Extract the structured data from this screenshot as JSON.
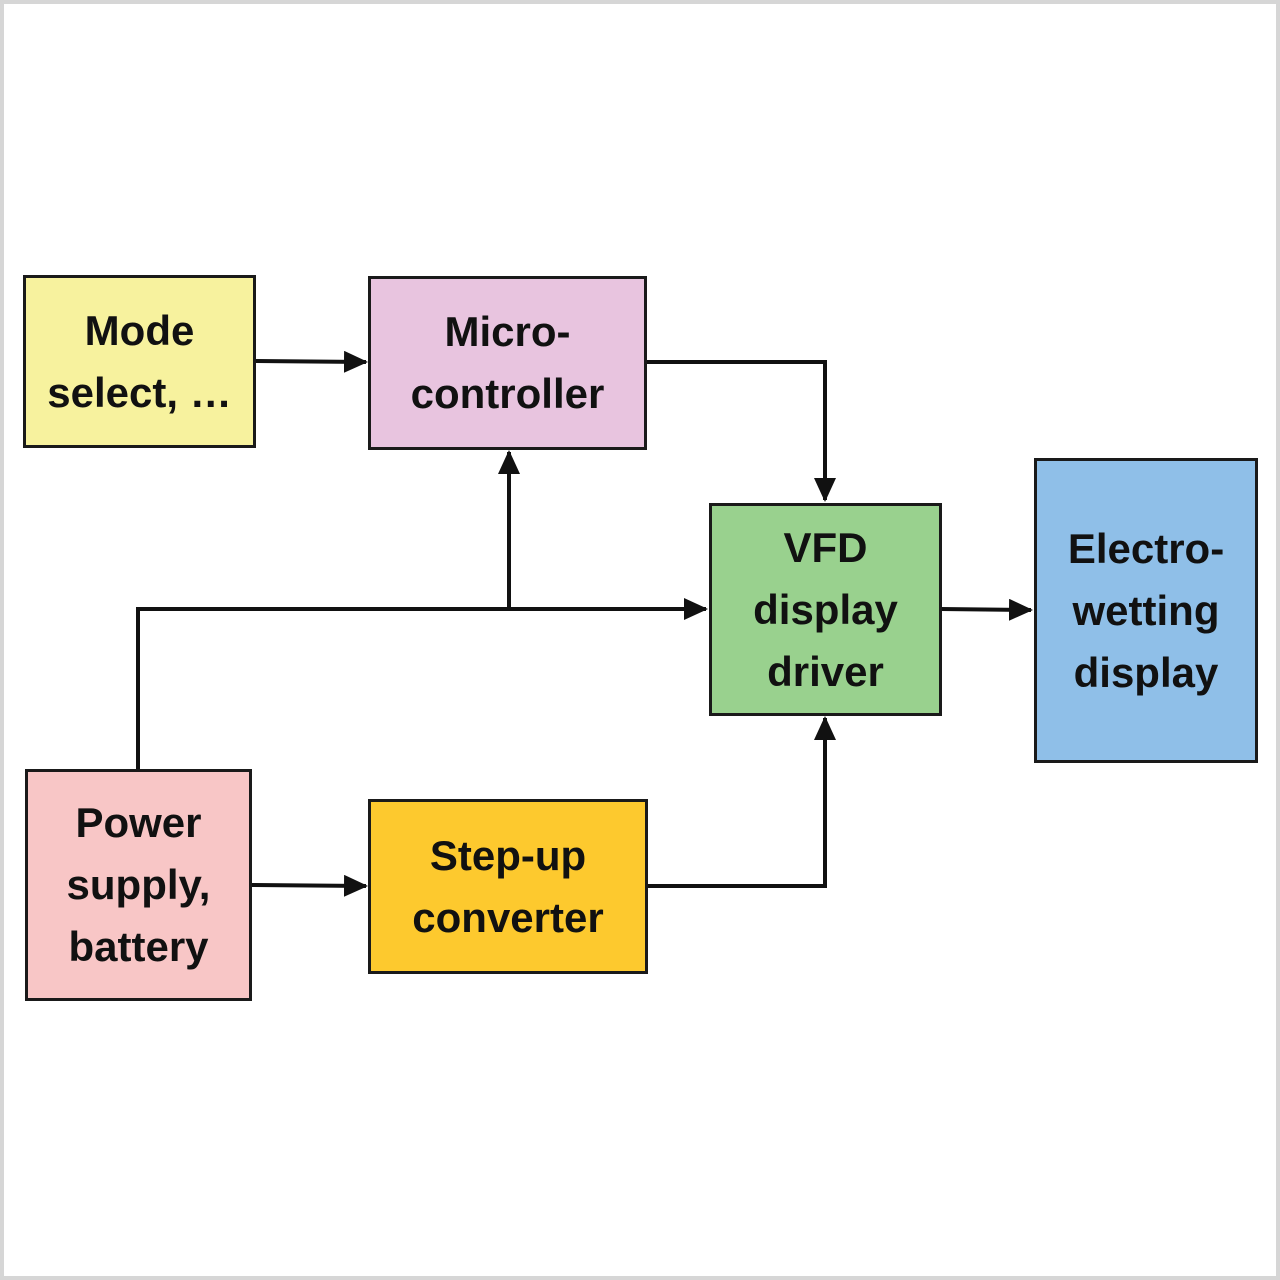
{
  "blocks": {
    "mode_select": {
      "lines": [
        "Mode",
        "select, …"
      ],
      "color": "#f7f29e"
    },
    "microcontroller": {
      "lines": [
        "Micro-",
        "controller"
      ],
      "color": "#e8c4df"
    },
    "vfd_driver": {
      "lines": [
        "VFD",
        "display",
        "driver"
      ],
      "color": "#99d18e"
    },
    "ew_display": {
      "lines": [
        "Electro-",
        "wetting",
        "display"
      ],
      "color": "#8fbfe8"
    },
    "power_supply": {
      "lines": [
        "Power",
        "supply,",
        "battery"
      ],
      "color": "#f8c6c6"
    },
    "step_up": {
      "lines": [
        "Step-up",
        "converter"
      ],
      "color": "#fdc92e"
    }
  }
}
